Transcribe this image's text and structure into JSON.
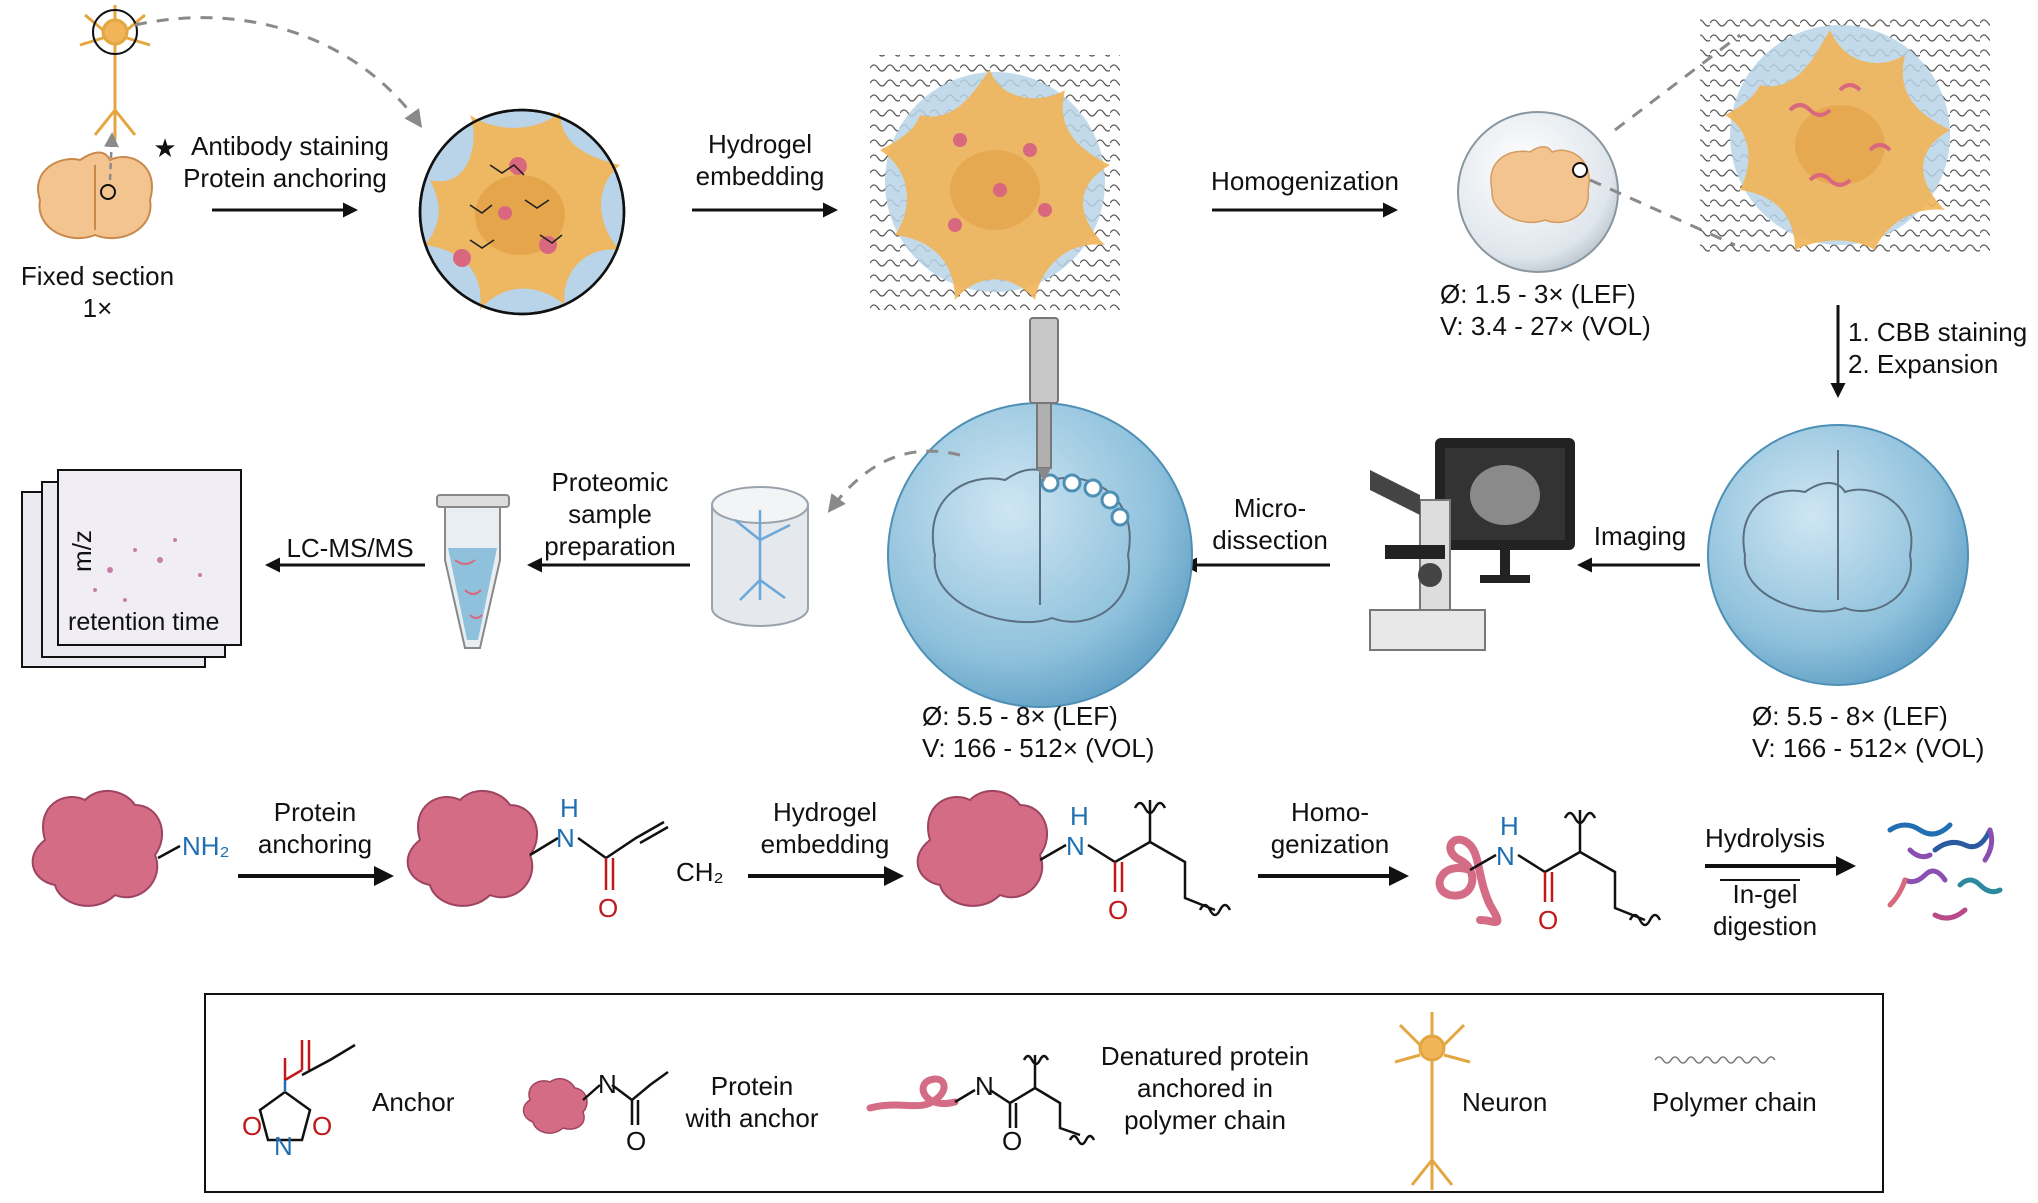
{
  "top_row": {
    "fixed_section": "Fixed section",
    "fixed_scale": "1×",
    "star": "★",
    "step1_line1": "Antibody staining",
    "step1_line2": "Protein anchoring",
    "step2_line1": "Hydrogel",
    "step2_line2": "embedding",
    "step3": "Homogenization",
    "homog_diam": "Ø: 1.5 - 3× (LEF)",
    "homog_vol": "V: 3.4 - 27× (VOL)",
    "step4_line1": "1. CBB staining",
    "step4_line2": "2. Expansion"
  },
  "middle_row": {
    "imaging": "Imaging",
    "micro_line1": "Micro-",
    "micro_line2": "dissection",
    "proteomic_line1": "Proteomic",
    "proteomic_line2": "sample",
    "proteomic_line3": "preparation",
    "lcms": "LC-MS/MS",
    "mz": "m/z",
    "retention": "retention time",
    "exp_left_diam": "Ø: 5.5 - 8× (LEF)",
    "exp_left_vol": "V: 166 - 512× (VOL)",
    "exp_right_diam": "Ø: 5.5 - 8× (LEF)",
    "exp_right_vol": "V: 166 - 512× (VOL)"
  },
  "chem_row": {
    "nh2": "NH₂",
    "n": "N",
    "h": "H",
    "o": "O",
    "ch2": "CH₂",
    "anch_line1": "Protein",
    "anch_line2": "anchoring",
    "emb_line1": "Hydrogel",
    "emb_line2": "embedding",
    "homo_line1": "Homo-",
    "homo_line2": "genization",
    "hydrolysis": "Hydrolysis",
    "ingel_line1": "In-gel",
    "ingel_line2": "digestion"
  },
  "legend": {
    "anchor": "Anchor",
    "protein_line1": "Protein",
    "protein_line2": "with anchor",
    "denatured_line1": "Denatured protein",
    "denatured_line2": "anchored in",
    "denatured_line3": "polymer chain",
    "neuron": "Neuron",
    "polymer": "Polymer chain"
  },
  "colors": {
    "tissue": "#f0b55a",
    "hydrogel": "#b9d3e8",
    "gel_bubble": "#8fc1dc",
    "protein": "#d9687f",
    "nitrogen": "#1f6fb2",
    "oxygen": "#c0191b",
    "arrow": "#111111",
    "dashed": "#8a8a8a"
  }
}
